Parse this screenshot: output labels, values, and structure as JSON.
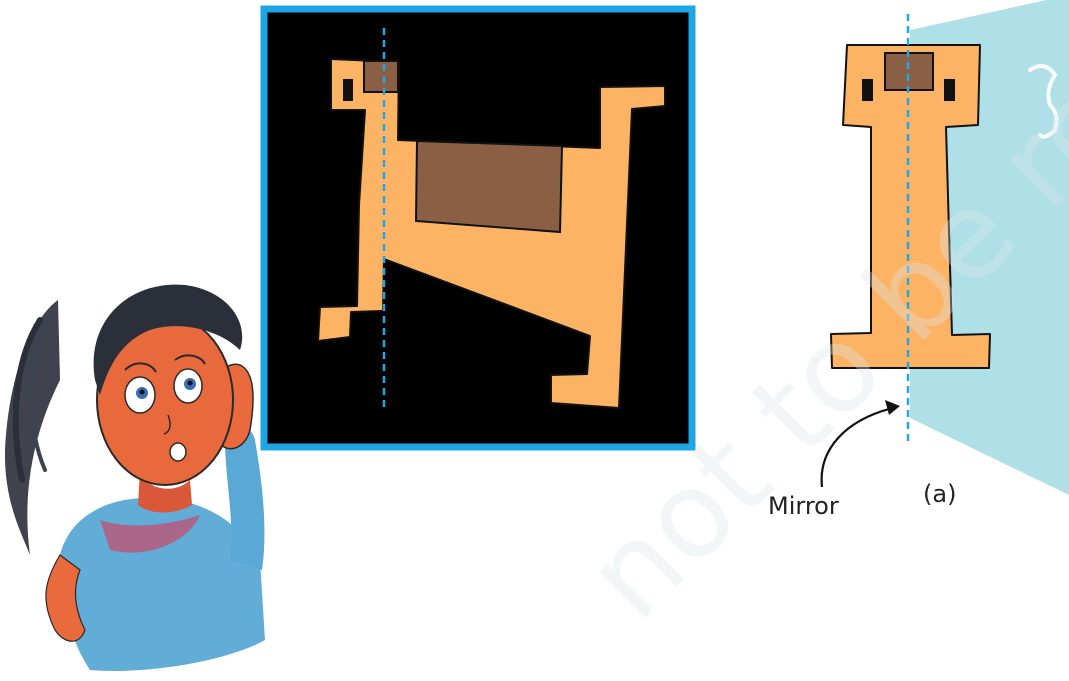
{
  "labels": {
    "mirror": "Mirror",
    "figure": "(a)"
  },
  "watermark": "not to be republished",
  "colors": {
    "panel_border": "#1ea5e3",
    "panel_fill": "#000000",
    "shape_orange": "#fcb464",
    "shape_brown": "#8b5f44",
    "mirror_glass": "#a7dde4",
    "dashed_axis": "#22a6e6",
    "watermark": "#dde6ea"
  }
}
